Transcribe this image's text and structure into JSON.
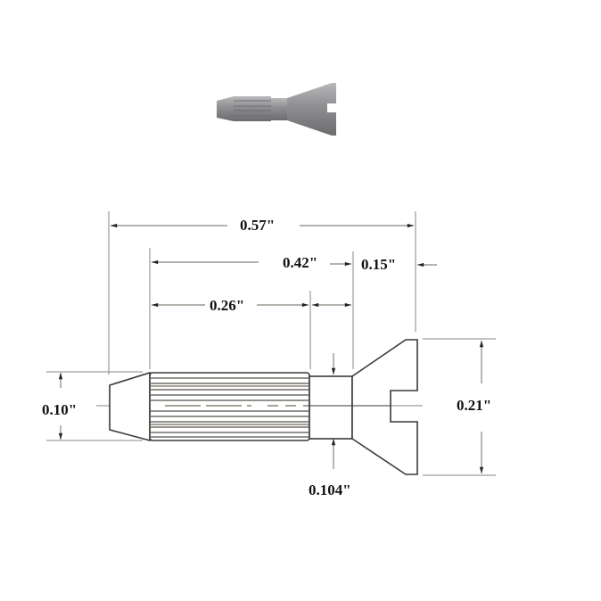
{
  "drawing": {
    "subject": "Knurled pin with countersunk slotted head",
    "unit_symbol": "\"",
    "colors": {
      "line": "#3a3a3a",
      "dimension_line": "#8a857c",
      "render_fill": "#9a9a9c",
      "background": "#ffffff"
    },
    "dimensions": {
      "overall_length": "0.57\"",
      "shank_to_head": "0.42\"",
      "head_length": "0.15\"",
      "knurl_length": "0.26\"",
      "tip_diameter": "0.10\"",
      "head_diameter": "0.21\"",
      "neck_diameter": "0.104\""
    }
  }
}
